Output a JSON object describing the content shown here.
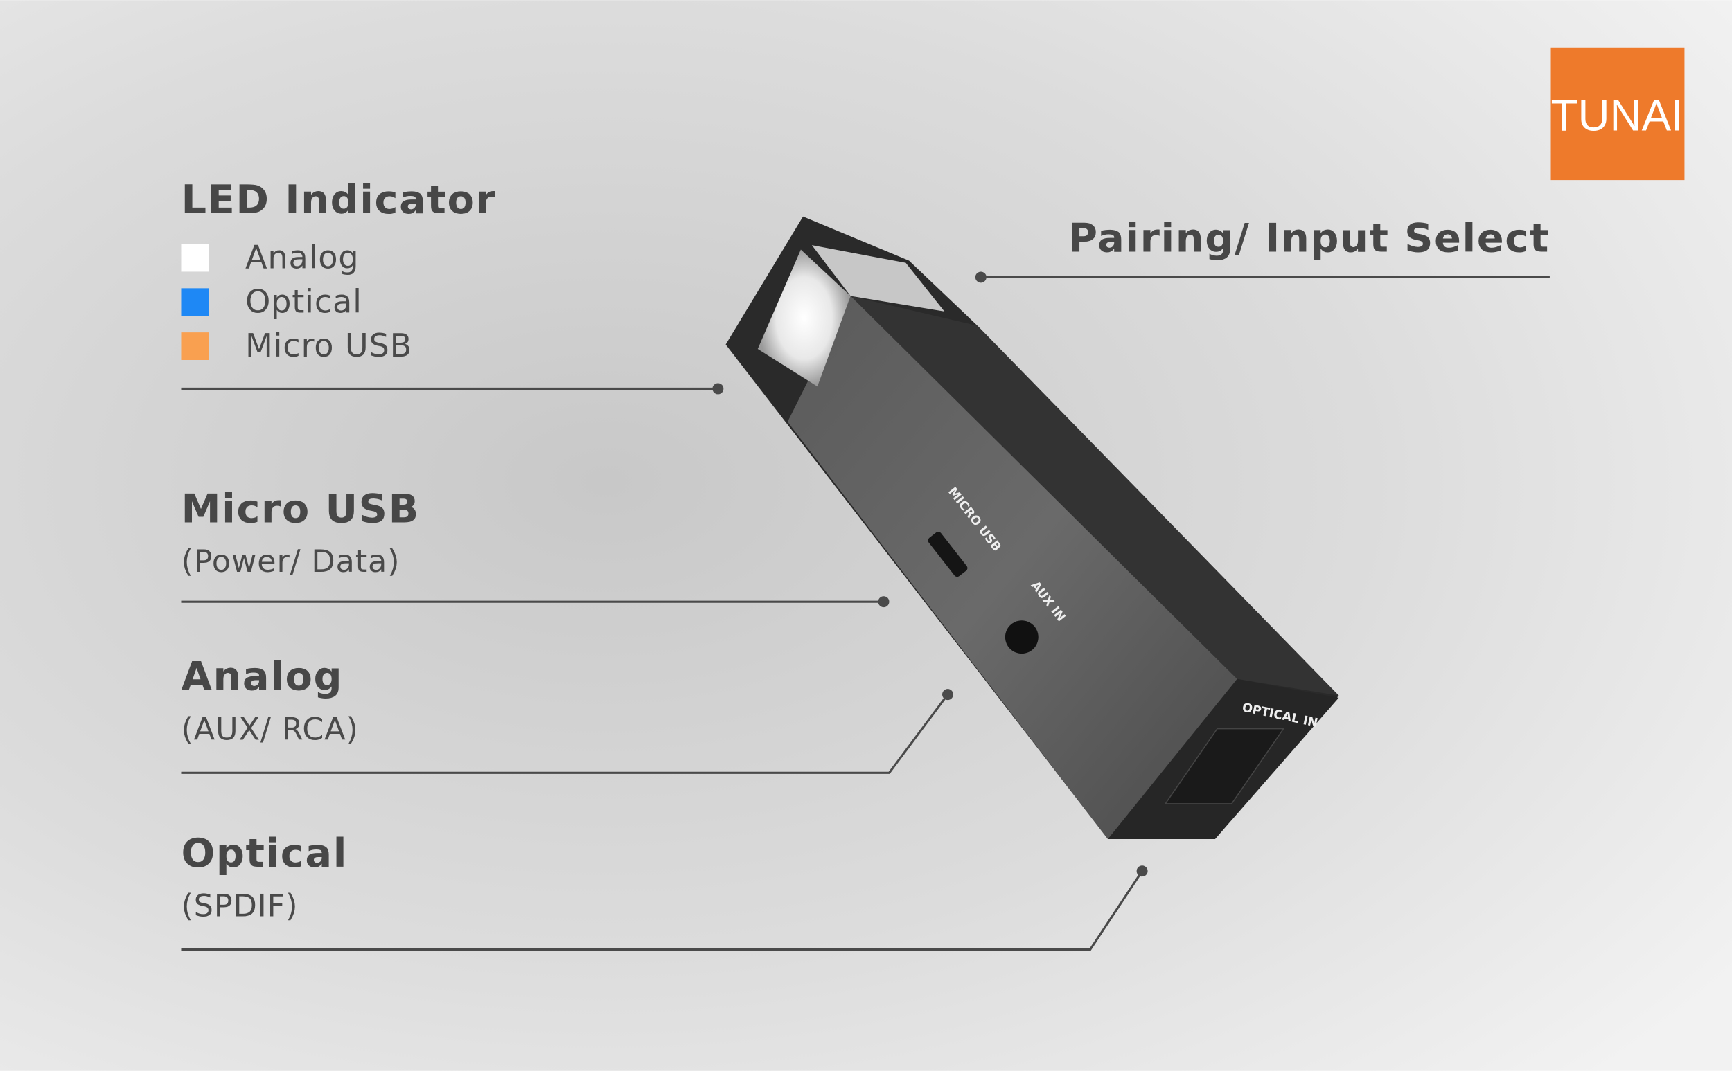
{
  "brand": {
    "logo_text": "TUNAI",
    "logo_color": "#EE7A2B"
  },
  "led_indicator": {
    "title": "LED Indicator",
    "items": [
      {
        "label": "Analog",
        "color": "#FFFFFF"
      },
      {
        "label": "Optical",
        "color": "#1E88F5"
      },
      {
        "label": "Micro USB",
        "color": "#F9A050"
      }
    ]
  },
  "callouts": {
    "pairing": {
      "title": "Pairing/ Input Select"
    },
    "micro_usb": {
      "title": "Micro USB",
      "subtitle": "(Power/ Data)"
    },
    "analog": {
      "title": "Analog",
      "subtitle": "(AUX/ RCA)"
    },
    "optical": {
      "title": "Optical",
      "subtitle": "(SPDIF)"
    }
  },
  "device": {
    "port_labels": {
      "micro_usb": "MICRO USB",
      "aux_in": "AUX IN",
      "optical_in": "OPTICAL IN"
    }
  }
}
